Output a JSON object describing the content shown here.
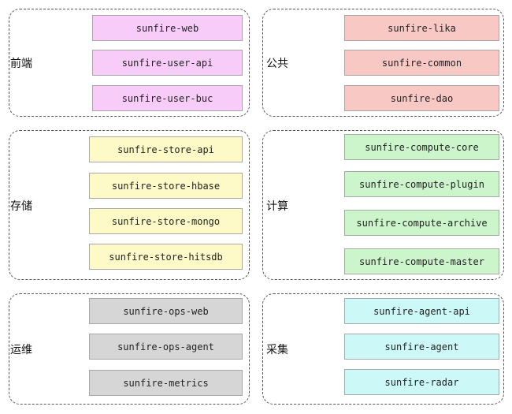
{
  "colors": {
    "frontend": "#f8ccf8",
    "common": "#f8c8c4",
    "storage": "#fdfac8",
    "compute": "#ccf5cc",
    "ops": "#d6d6d6",
    "collect": "#ccf8f8"
  },
  "groups": {
    "frontend": {
      "label": "前端",
      "modules": [
        "sunfire-web",
        "sunfire-user-api",
        "sunfire-user-buc"
      ]
    },
    "common": {
      "label": "公共",
      "modules": [
        "sunfire-lika",
        "sunfire-common",
        "sunfire-dao"
      ]
    },
    "storage": {
      "label": "存储",
      "modules": [
        "sunfire-store-api",
        "sunfire-store-hbase",
        "sunfire-store-mongo",
        "sunfire-store-hitsdb"
      ]
    },
    "compute": {
      "label": "计算",
      "modules": [
        "sunfire-compute-core",
        "sunfire-compute-plugin",
        "sunfire-compute-archive",
        "sunfire-compute-master"
      ]
    },
    "ops": {
      "label": "运维",
      "modules": [
        "sunfire-ops-web",
        "sunfire-ops-agent",
        "sunfire-metrics"
      ]
    },
    "collect": {
      "label": "采集",
      "modules": [
        "sunfire-agent-api",
        "sunfire-agent",
        "sunfire-radar"
      ]
    }
  }
}
